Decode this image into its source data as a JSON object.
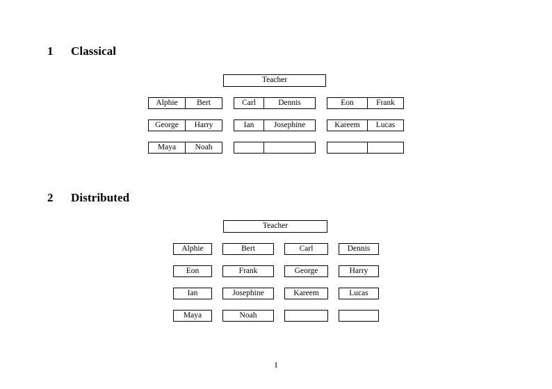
{
  "document": {
    "page_number": "1",
    "sections": [
      {
        "number": "1",
        "title": "Classical",
        "diagram": {
          "teacher": "Teacher",
          "layout": "paired-cells",
          "columns": 3,
          "rows": 3,
          "groups": [
            {
              "rows": [
                {
                  "left": "Alphie",
                  "right": "Bert"
                },
                {
                  "left": "George",
                  "right": "Harry"
                },
                {
                  "left": "Maya",
                  "right": "Noah"
                }
              ]
            },
            {
              "rows": [
                {
                  "left": "Carl",
                  "right": "Dennis"
                },
                {
                  "left": "Ian",
                  "right": "Josephine"
                },
                {
                  "left": "",
                  "right": ""
                }
              ]
            },
            {
              "rows": [
                {
                  "left": "Eon",
                  "right": "Frank"
                },
                {
                  "left": "Kareem",
                  "right": "Lucas"
                },
                {
                  "left": "",
                  "right": ""
                }
              ]
            }
          ]
        }
      },
      {
        "number": "2",
        "title": "Distributed",
        "diagram": {
          "teacher": "Teacher",
          "layout": "single-cells",
          "columns": 4,
          "rows": 4,
          "grid": [
            [
              "Alphie",
              "Bert",
              "Carl",
              "Dennis"
            ],
            [
              "Eon",
              "Frank",
              "George",
              "Harry"
            ],
            [
              "Ian",
              "Josephine",
              "Kareem",
              "Lucas"
            ],
            [
              "Maya",
              "Noah",
              "",
              ""
            ]
          ]
        }
      }
    ]
  }
}
